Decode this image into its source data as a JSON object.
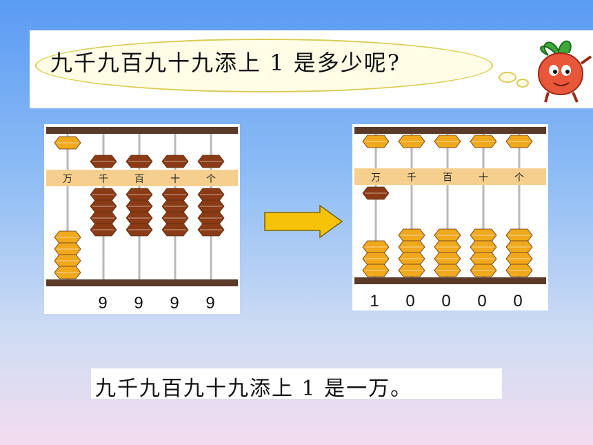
{
  "question": "九千九百九十九添上 1 是多少呢?",
  "answer": "九千九百九十九添上 1 是一万。",
  "place_labels": [
    "万",
    "千",
    "百",
    "十",
    "个"
  ],
  "abacus_before": {
    "digits": [
      "9",
      "9",
      "9",
      "9"
    ]
  },
  "abacus_after": {
    "digits": [
      "1",
      "0",
      "0",
      "0",
      "0"
    ]
  },
  "colors": {
    "gold_bead": "#f0a81c",
    "brown_bead": "#8a3a14",
    "frame": "#5a3b2a",
    "beam": "#f6cf8e",
    "arrow": "#f7c20a"
  }
}
